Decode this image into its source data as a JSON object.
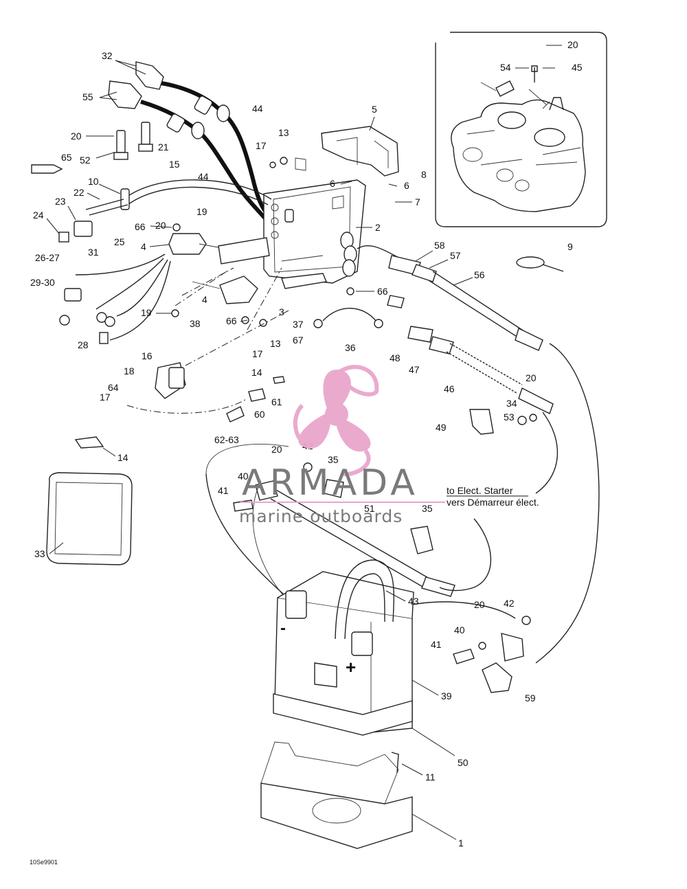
{
  "diagram": {
    "code": "10Se9901",
    "callouts": {
      "c1": "1",
      "c2": "2",
      "c3": "3",
      "c4a": "4",
      "c4b": "4",
      "c5": "5",
      "c6a": "6",
      "c6b": "6",
      "c7": "7",
      "c8": "8",
      "c9": "9",
      "c10": "10",
      "c11": "11",
      "c13a": "13",
      "c13b": "13",
      "c14a": "14",
      "c14b": "14",
      "c15": "15",
      "c16": "16",
      "c17a": "17",
      "c17b": "17",
      "c17c": "17",
      "c18": "18",
      "c19a": "19",
      "c19b": "19",
      "c20a": "20",
      "c20b": "20",
      "c20c": "20",
      "c20d": "20",
      "c20e": "20",
      "c20f": "20",
      "c21": "21",
      "c22": "22",
      "c23": "23",
      "c24": "24",
      "c25": "25",
      "c26_27": "26-27",
      "c28": "28",
      "c29_30": "29-30",
      "c31": "31",
      "c32": "32",
      "c33": "33",
      "c34": "34",
      "c35a": "35",
      "c35b": "35",
      "c36": "36",
      "c37": "37",
      "c38": "38",
      "c39": "39",
      "c40a": "40",
      "c40b": "40",
      "c41a": "41",
      "c41b": "41",
      "c42a": "42",
      "c42b": "42",
      "c43": "43",
      "c44a": "44",
      "c44b": "44",
      "c45": "45",
      "c46": "46",
      "c47": "47",
      "c48": "48",
      "c49": "49",
      "c50": "50",
      "c51": "51",
      "c52": "52",
      "c53": "53",
      "c54": "54",
      "c55": "55",
      "c56": "56",
      "c57": "57",
      "c58": "58",
      "c59": "59",
      "c60": "60",
      "c61": "61",
      "c62_63": "62-63",
      "c64": "64",
      "c65": "65",
      "c66a": "66",
      "c66b": "66",
      "c66c": "66",
      "c67": "67"
    },
    "annotations": {
      "starter_en": "to Elect. Starter",
      "starter_fr": "vers Démarreur élect."
    },
    "battery_signs": {
      "negative": "-",
      "positive": "+"
    }
  },
  "watermark": {
    "title": "ARMADA",
    "subtitle": "marine outboards",
    "color": "#e9a6cc"
  }
}
